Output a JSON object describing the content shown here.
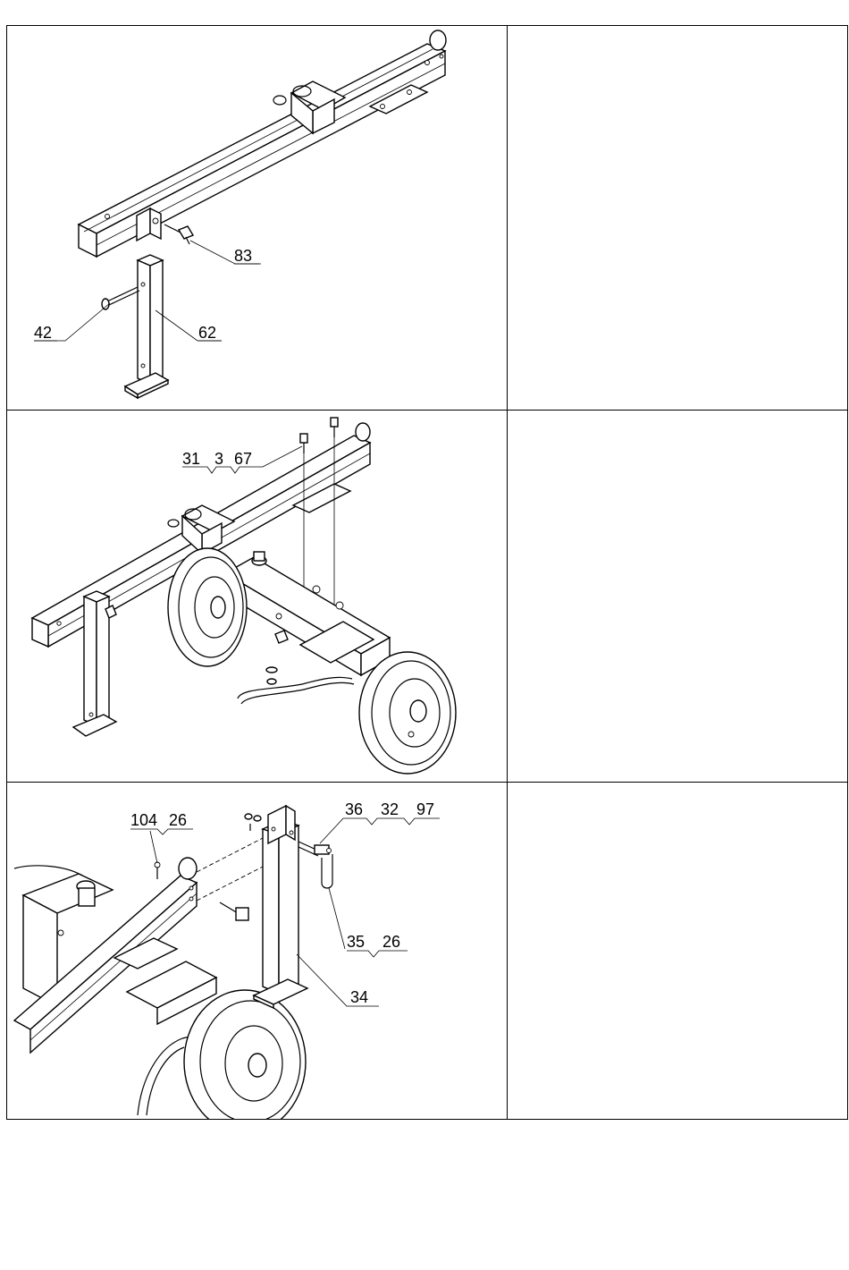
{
  "steps": [
    {
      "figure": "stand-mounting",
      "labels": {
        "a": "83",
        "b": "42",
        "c": "62"
      },
      "text": ""
    },
    {
      "figure": "wheel-axle-mounting",
      "labels": {
        "a": "31",
        "b": "3",
        "c": "67"
      },
      "text": ""
    },
    {
      "figure": "rear-stand-and-handle",
      "labels": {
        "a": "104",
        "b": "26",
        "c": "36",
        "d": "32",
        "e": "97",
        "f": "35",
        "g": "26",
        "h": "34"
      },
      "text": ""
    }
  ]
}
